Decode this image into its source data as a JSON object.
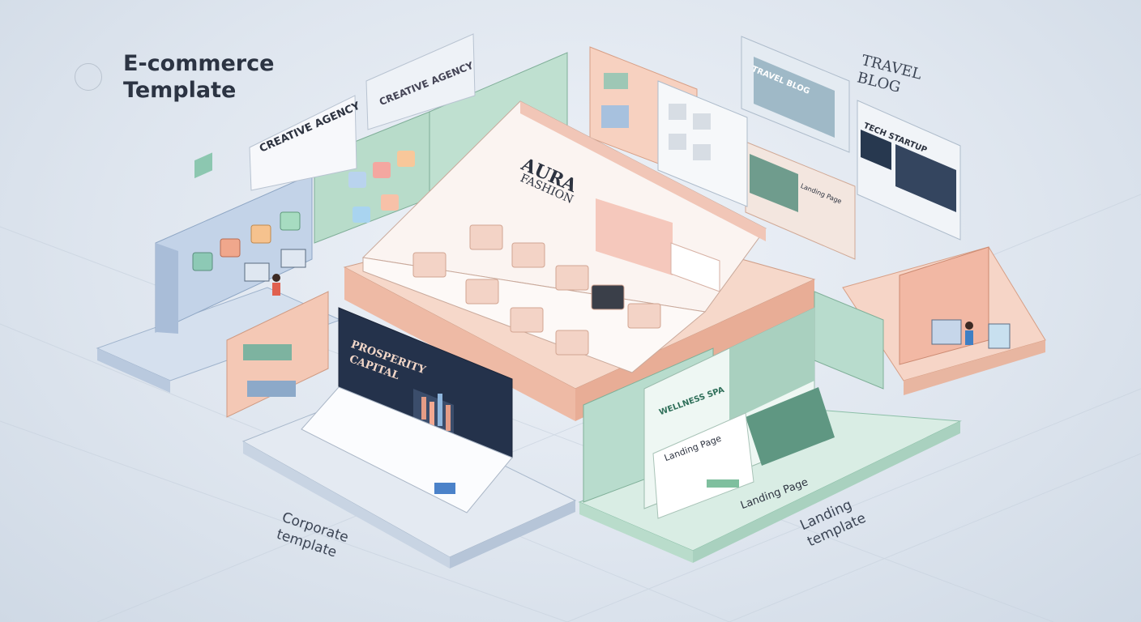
{
  "labels": {
    "ecommerce_line1": "E-commerce",
    "ecommerce_line2": "Template",
    "travel_line1": "TRAVEL",
    "travel_line2": "BLOG",
    "corporate_line1": "Corporate",
    "corporate_line2": "template",
    "landing_line1": "Landing",
    "landing_line2": "template"
  },
  "cards": {
    "creative_agency": "CREATIVE AGENCY",
    "creative_agency_top": "CREATIVE AGENCY",
    "aura_brand": "AURA",
    "aura_sub": "FASHION",
    "prosperity_line1": "PROSPERITY",
    "prosperity_line2": "CAPITAL",
    "landing_page_card": "Landing Page",
    "landing_page_floor": "Landing Page",
    "travel_card": "TRAVEL BLOG",
    "tech_startup": "TECH STARTUP",
    "landing_small": "Landing Page",
    "wellness": "WELLNESS SPA"
  },
  "colors": {
    "peach": "#f4c7b4",
    "mint": "#b9dccd",
    "blue": "#c6d6ea",
    "navy": "#2c3a55",
    "floor": "#e7ecf3"
  }
}
